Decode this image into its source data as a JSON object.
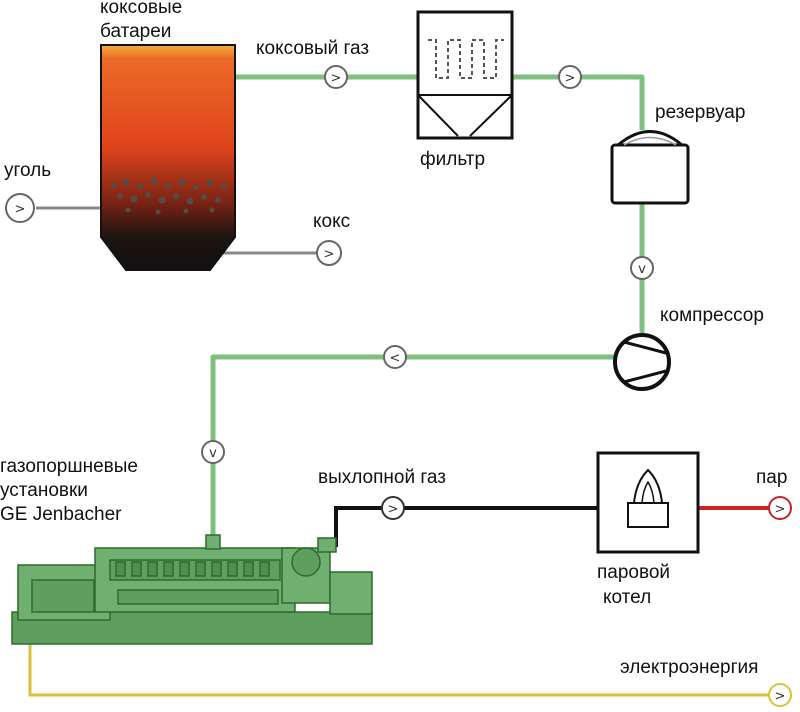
{
  "labels": {
    "coke_batteries_line1": "коксовые",
    "coke_batteries_line2": "батареи",
    "coke_gas": "коксовый газ",
    "filter": "фильтр",
    "reservoir": "резервуар",
    "coal": "уголь",
    "coke": "кокс",
    "compressor": "компрессор",
    "gas_engines_line1": "газопоршневые",
    "gas_engines_line2": "установки",
    "gas_engines_line3": "GE Jenbacher",
    "exhaust_gas": "выхлопной газ",
    "steam": "пар",
    "steam_boiler_line1": "паровой",
    "steam_boiler_line2": "котел",
    "electricity": "электроэнергия"
  },
  "flow_markers": {
    "right": ">",
    "left": "<",
    "down": "v"
  },
  "colors": {
    "gas_line": "#7fbf7f",
    "exhaust_line": "#111111",
    "steam_line": "#cc2222",
    "electricity_line": "#d9c23a",
    "engine_green": "#5e9e5e",
    "coke_hot": "#e0451c",
    "coke_dark": "#141414"
  }
}
